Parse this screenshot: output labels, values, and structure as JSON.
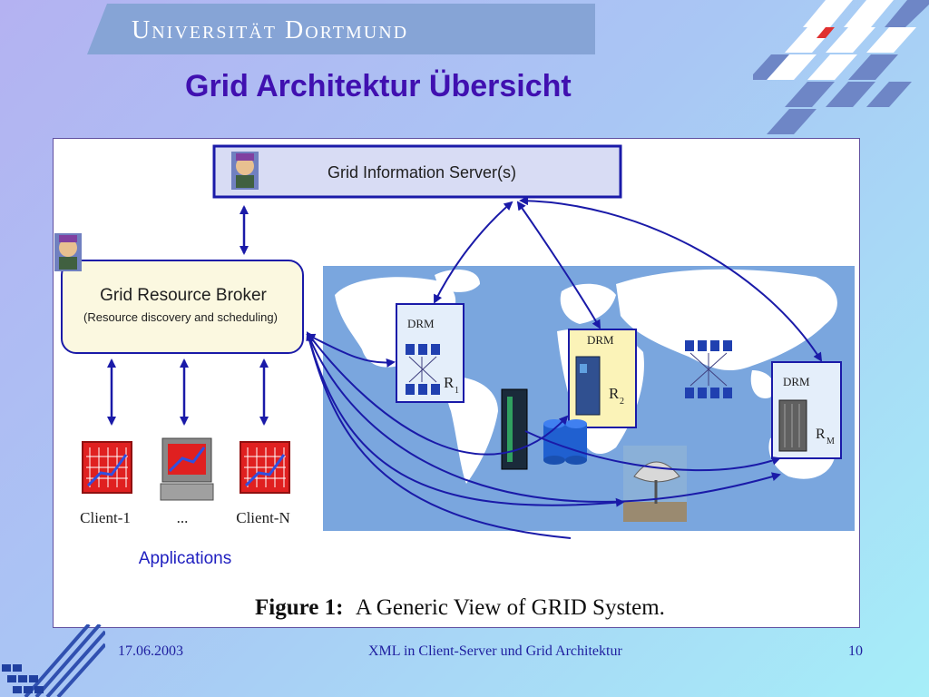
{
  "slide": {
    "university": "Universität Dortmund",
    "title": "Grid Architektur Übersicht"
  },
  "diagram": {
    "info_server": "Grid Information Server(s)",
    "broker_title": "Grid Resource Broker",
    "broker_subtitle": "(Resource discovery and scheduling)",
    "clients": [
      "Client-1",
      "...",
      "Client-N"
    ],
    "applications": "Applications",
    "drm_label": "DRM",
    "resources": [
      {
        "letter": "R",
        "sub": "1"
      },
      {
        "letter": "R",
        "sub": "2"
      },
      {
        "letter": "R",
        "sub": "M"
      }
    ],
    "caption_bold": "Figure 1:",
    "caption_rest": " A Generic View of GRID System."
  },
  "footer": {
    "date": "17.06.2003",
    "center": "XML in Client-Server und Grid Architektur",
    "page": "10"
  },
  "colors": {
    "title": "#4010b0",
    "arrow": "#1a1aa8",
    "map_sea": "#7aa6de",
    "client_red": "#e02020"
  }
}
